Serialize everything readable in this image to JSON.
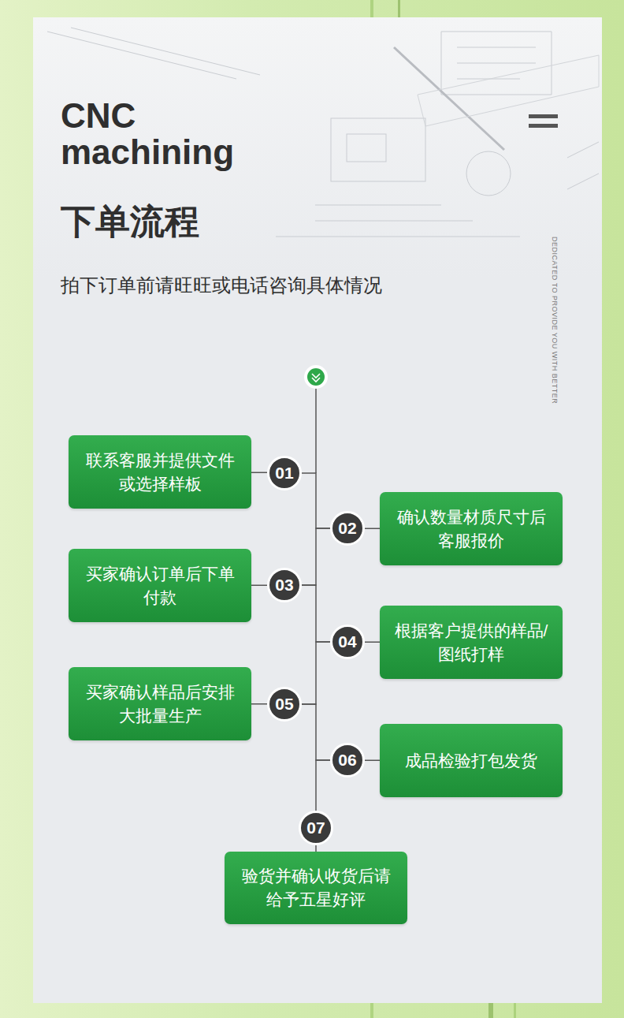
{
  "diagram": {
    "title": "下单流程",
    "nodes": [
      {
        "text": [
          "01"
        ]
      },
      {
        "text": [
          "联系客服并提供文件或选择样板"
        ]
      },
      {
        "text": [
          "02"
        ]
      },
      {
        "text": [
          "确认数量材质尺寸后客服报价"
        ]
      },
      {
        "text": [
          "03"
        ]
      },
      {
        "text": [
          "买家确认订单后下单付款"
        ]
      },
      {
        "text": [
          "04"
        ]
      },
      {
        "text": [
          "根据客户提供的样品/图纸打样"
        ]
      },
      {
        "text": [
          "05"
        ]
      },
      {
        "text": [
          "买家确认样品后安排大批量生产"
        ]
      },
      {
        "text": [
          "06"
        ]
      },
      {
        "text": [
          "成品检验打包发货"
        ]
      },
      {
        "text": [
          "07"
        ]
      },
      {
        "text": [
          "验货并确认收货后请给予五星好评"
        ]
      }
    ],
    "edges": [
      {
        "from": 0,
        "to": 1,
        "arrow": "none"
      },
      {
        "from": 0,
        "to": 2,
        "arrow": "none"
      },
      {
        "from": 2,
        "to": 3,
        "arrow": "none"
      },
      {
        "from": 2,
        "to": 4,
        "arrow": "none"
      },
      {
        "from": 4,
        "to": 5,
        "arrow": "none"
      },
      {
        "from": 4,
        "to": 6,
        "arrow": "none"
      },
      {
        "from": 6,
        "to": 7,
        "arrow": "none"
      },
      {
        "from": 6,
        "to": 8,
        "arrow": "none"
      },
      {
        "from": 8,
        "to": 9,
        "arrow": "none"
      },
      {
        "from": 8,
        "to": 10,
        "arrow": "none"
      },
      {
        "from": 10,
        "to": 11,
        "arrow": "none"
      },
      {
        "from": 10,
        "to": 12,
        "arrow": "none"
      },
      {
        "from": 12,
        "to": 13,
        "arrow": "none"
      }
    ],
    "labels": [
      "CNC machining",
      "拍下订单前请旺旺或电话咨询具体情况",
      "DEDICATED TO PROVIDE YOU WITH BETTER"
    ]
  }
}
